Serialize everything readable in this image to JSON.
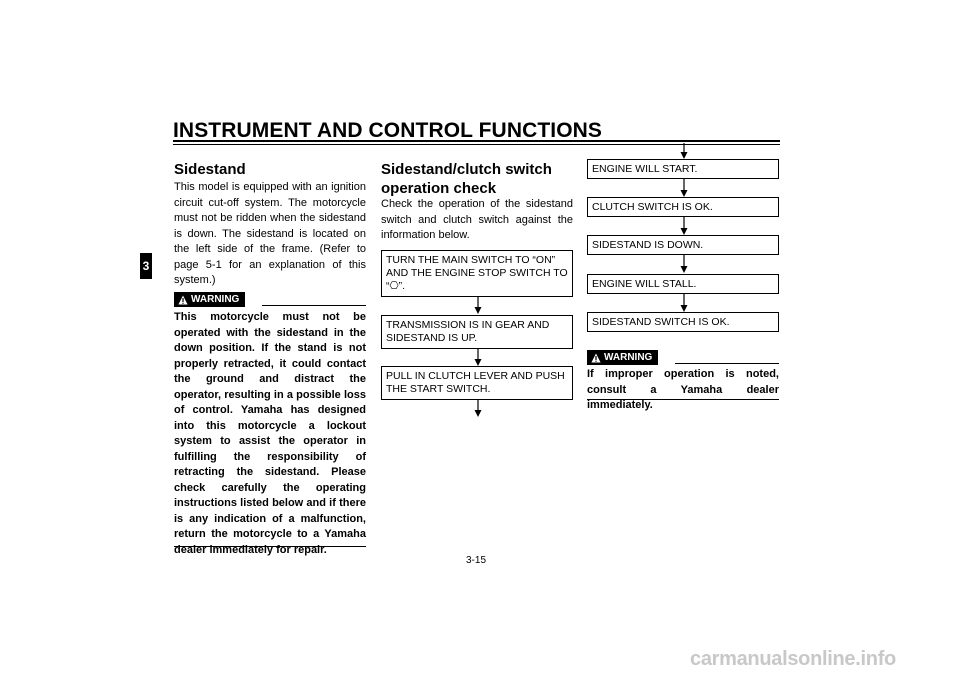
{
  "header": {
    "title": "INSTRUMENT AND CONTROL FUNCTIONS",
    "chapter": "3"
  },
  "col1": {
    "heading": "Sidestand",
    "body": "This model is equipped with an ignition circuit cut-off system. The motorcycle must not be ridden when the sidestand is down. The sidestand is located on the left side of the frame. (Refer to page 5-1 for an explanation of this system.)",
    "warning_label": "WARNING",
    "warning_text": "This motorcycle must not be operated with the sidestand in the down position. If the stand is not properly retracted, it could contact the ground and distract the operator, resulting in a possible loss of control. Yamaha has designed into this motorcycle a lockout system to assist the operator in fulfilling the responsibility of retracting the sidestand. Please check carefully the operating instructions listed below and if there is any indication of a malfunction, return the motorcycle to a Yamaha dealer immediately for repair."
  },
  "col2": {
    "heading": "Sidestand/clutch switch operation check",
    "body": "Check the operation of the sidestand switch and clutch switch against the information below.",
    "steps": [
      "TURN THE MAIN SWITCH TO “ON” AND THE ENGINE STOP SWITCH TO “⎔”.",
      "TRANSMISSION IS IN GEAR AND SIDESTAND IS UP.",
      "PULL IN CLUTCH LEVER AND PUSH THE START SWITCH."
    ]
  },
  "col3": {
    "steps": [
      "ENGINE WILL START.",
      "CLUTCH SWITCH IS OK.",
      "SIDESTAND IS DOWN.",
      "ENGINE WILL STALL.",
      "SIDESTAND SWITCH IS OK."
    ],
    "warning_label": "WARNING",
    "warning_text": "If improper operation is noted, consult a Yamaha dealer immediately."
  },
  "footer": {
    "page_number": "3-15"
  },
  "watermark": "carmanualsonline.info"
}
